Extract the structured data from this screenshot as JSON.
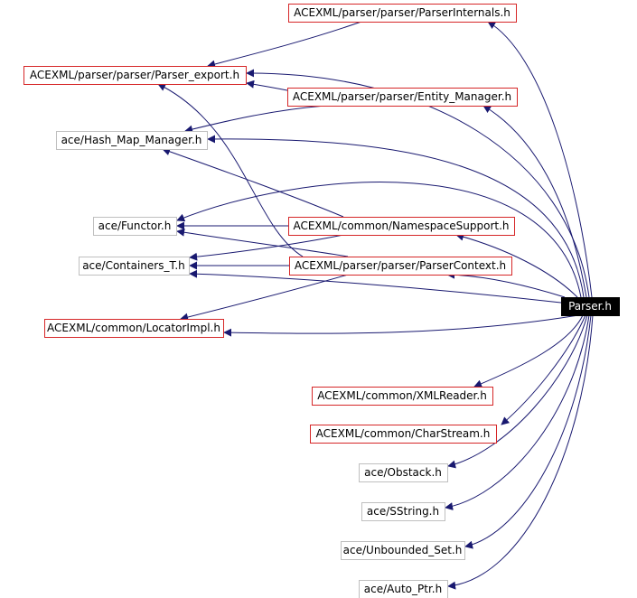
{
  "graph": {
    "root": {
      "id": "parser",
      "label": "Parser.h"
    },
    "nodes": [
      {
        "id": "parser_internals",
        "label": "ACEXML/parser/parser/ParserInternals.h",
        "style": "documented"
      },
      {
        "id": "parser_export",
        "label": "ACEXML/parser/parser/Parser_export.h",
        "style": "documented"
      },
      {
        "id": "entity_manager",
        "label": "ACEXML/parser/parser/Entity_Manager.h",
        "style": "documented"
      },
      {
        "id": "hash_map_manager",
        "label": "ace/Hash_Map_Manager.h",
        "style": "external"
      },
      {
        "id": "functor",
        "label": "ace/Functor.h",
        "style": "external"
      },
      {
        "id": "namespace_support",
        "label": "ACEXML/common/NamespaceSupport.h",
        "style": "documented"
      },
      {
        "id": "containers_t",
        "label": "ace/Containers_T.h",
        "style": "external"
      },
      {
        "id": "parser_context",
        "label": "ACEXML/parser/parser/ParserContext.h",
        "style": "documented"
      },
      {
        "id": "locator_impl",
        "label": "ACEXML/common/LocatorImpl.h",
        "style": "documented"
      },
      {
        "id": "xml_reader",
        "label": "ACEXML/common/XMLReader.h",
        "style": "documented"
      },
      {
        "id": "char_stream",
        "label": "ACEXML/common/CharStream.h",
        "style": "documented"
      },
      {
        "id": "obstack",
        "label": "ace/Obstack.h",
        "style": "external"
      },
      {
        "id": "sstring",
        "label": "ace/SString.h",
        "style": "external"
      },
      {
        "id": "unbounded_set",
        "label": "ace/Unbounded_Set.h",
        "style": "external"
      },
      {
        "id": "auto_ptr",
        "label": "ace/Auto_Ptr.h",
        "style": "external"
      }
    ],
    "edges": [
      {
        "from": "parser",
        "to": "parser_internals"
      },
      {
        "from": "parser",
        "to": "parser_export"
      },
      {
        "from": "parser",
        "to": "entity_manager"
      },
      {
        "from": "parser",
        "to": "hash_map_manager"
      },
      {
        "from": "parser",
        "to": "functor"
      },
      {
        "from": "parser",
        "to": "namespace_support"
      },
      {
        "from": "parser",
        "to": "containers_t"
      },
      {
        "from": "parser",
        "to": "parser_context"
      },
      {
        "from": "parser",
        "to": "locator_impl"
      },
      {
        "from": "parser",
        "to": "xml_reader"
      },
      {
        "from": "parser",
        "to": "char_stream"
      },
      {
        "from": "parser",
        "to": "obstack"
      },
      {
        "from": "parser",
        "to": "sstring"
      },
      {
        "from": "parser",
        "to": "unbounded_set"
      },
      {
        "from": "parser",
        "to": "auto_ptr"
      },
      {
        "from": "parser_internals",
        "to": "parser_export"
      },
      {
        "from": "entity_manager",
        "to": "parser_export"
      },
      {
        "from": "entity_manager",
        "to": "hash_map_manager"
      },
      {
        "from": "namespace_support",
        "to": "hash_map_manager"
      },
      {
        "from": "namespace_support",
        "to": "functor"
      },
      {
        "from": "namespace_support",
        "to": "containers_t"
      },
      {
        "from": "parser_context",
        "to": "parser_export"
      },
      {
        "from": "parser_context",
        "to": "functor"
      },
      {
        "from": "parser_context",
        "to": "containers_t"
      },
      {
        "from": "parser_context",
        "to": "locator_impl"
      }
    ]
  },
  "colors": {
    "documented_border": "#d62728",
    "external_border": "#bfbfbf",
    "root_fill": "#000000",
    "root_text": "#ffffff",
    "edge": "#191970",
    "text": "#000000"
  }
}
